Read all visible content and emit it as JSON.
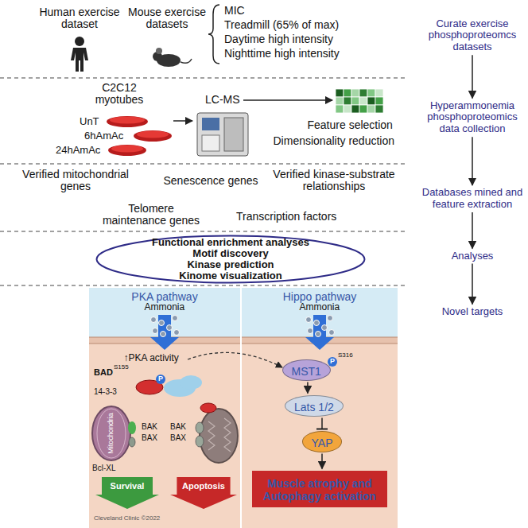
{
  "diagram": {
    "nodes": [
      {
        "text": [
          "Curate exercise phosphoproteomcs datasets"
        ]
      },
      {
        "text": [
          "Hyperammonemia phosphoproteomics data collection"
        ]
      },
      {
        "text": [
          "Databases mined and feature extraction"
        ]
      },
      {
        "text": [
          "Analyses"
        ]
      },
      {
        "text": [
          "Novel targets"
        ]
      },
      {
        "text": [
          "Functional enrichment analyses",
          "Motif discovery",
          "Kinase prediction",
          "Kinome visualization"
        ]
      },
      {
        "text": [
          "PKA pathway"
        ]
      },
      {
        "text": [
          "Survival"
        ],
        "in": 6
      },
      {
        "text": [
          "Apoptosis"
        ],
        "in": 6
      },
      {
        "text": [
          "Hippo pathway"
        ]
      },
      {
        "text": [
          "MST1"
        ],
        "in": 9
      },
      {
        "text": [
          "Lats 1/2"
        ],
        "in": 9
      },
      {
        "text": [
          "YAP"
        ],
        "in": 9
      },
      {
        "text": [
          "Muscle atrophy and Autophagy activation"
        ],
        "in": 9
      }
    ],
    "edges": [
      {
        "from": 0,
        "to": 1,
        "arrow": "to"
      },
      {
        "from": 1,
        "to": 2,
        "arrow": "to"
      },
      {
        "from": 2,
        "to": 3,
        "arrow": "to"
      },
      {
        "from": 3,
        "to": 4,
        "arrow": "to"
      },
      {
        "from": 10,
        "to": 11,
        "arrow": "to"
      },
      {
        "from": 11,
        "to": 12,
        "arrow": "none"
      },
      {
        "from": 12,
        "to": 13,
        "arrow": "to"
      }
    ],
    "labels": [
      "Human exercise dataset",
      "Mouse exercise datasets",
      "MIC",
      "Treadmill (65% of max)",
      "Daytime high intensity",
      "Nighttime high intensity",
      "C2C12 myotubes",
      "UnT",
      "6hAmAc",
      "24hAmAc",
      "LC-MS",
      "Feature selection",
      "Dimensionality reduction",
      "Verified mitochondrial genes",
      "Senescence genes",
      "Verified kinase-substrate relationships",
      "Telomere maintenance genes",
      "Transcription factors",
      "Ammonia",
      "Ammonia",
      "↑PKA activity",
      "BAD",
      "S155",
      "P",
      "14-3-3",
      "Mitochondria",
      "Bcl-XL",
      "BAK",
      "BAX",
      "BAK",
      "BAX",
      "P",
      "S316",
      "Cleveland Clinic ©2022"
    ]
  }
}
